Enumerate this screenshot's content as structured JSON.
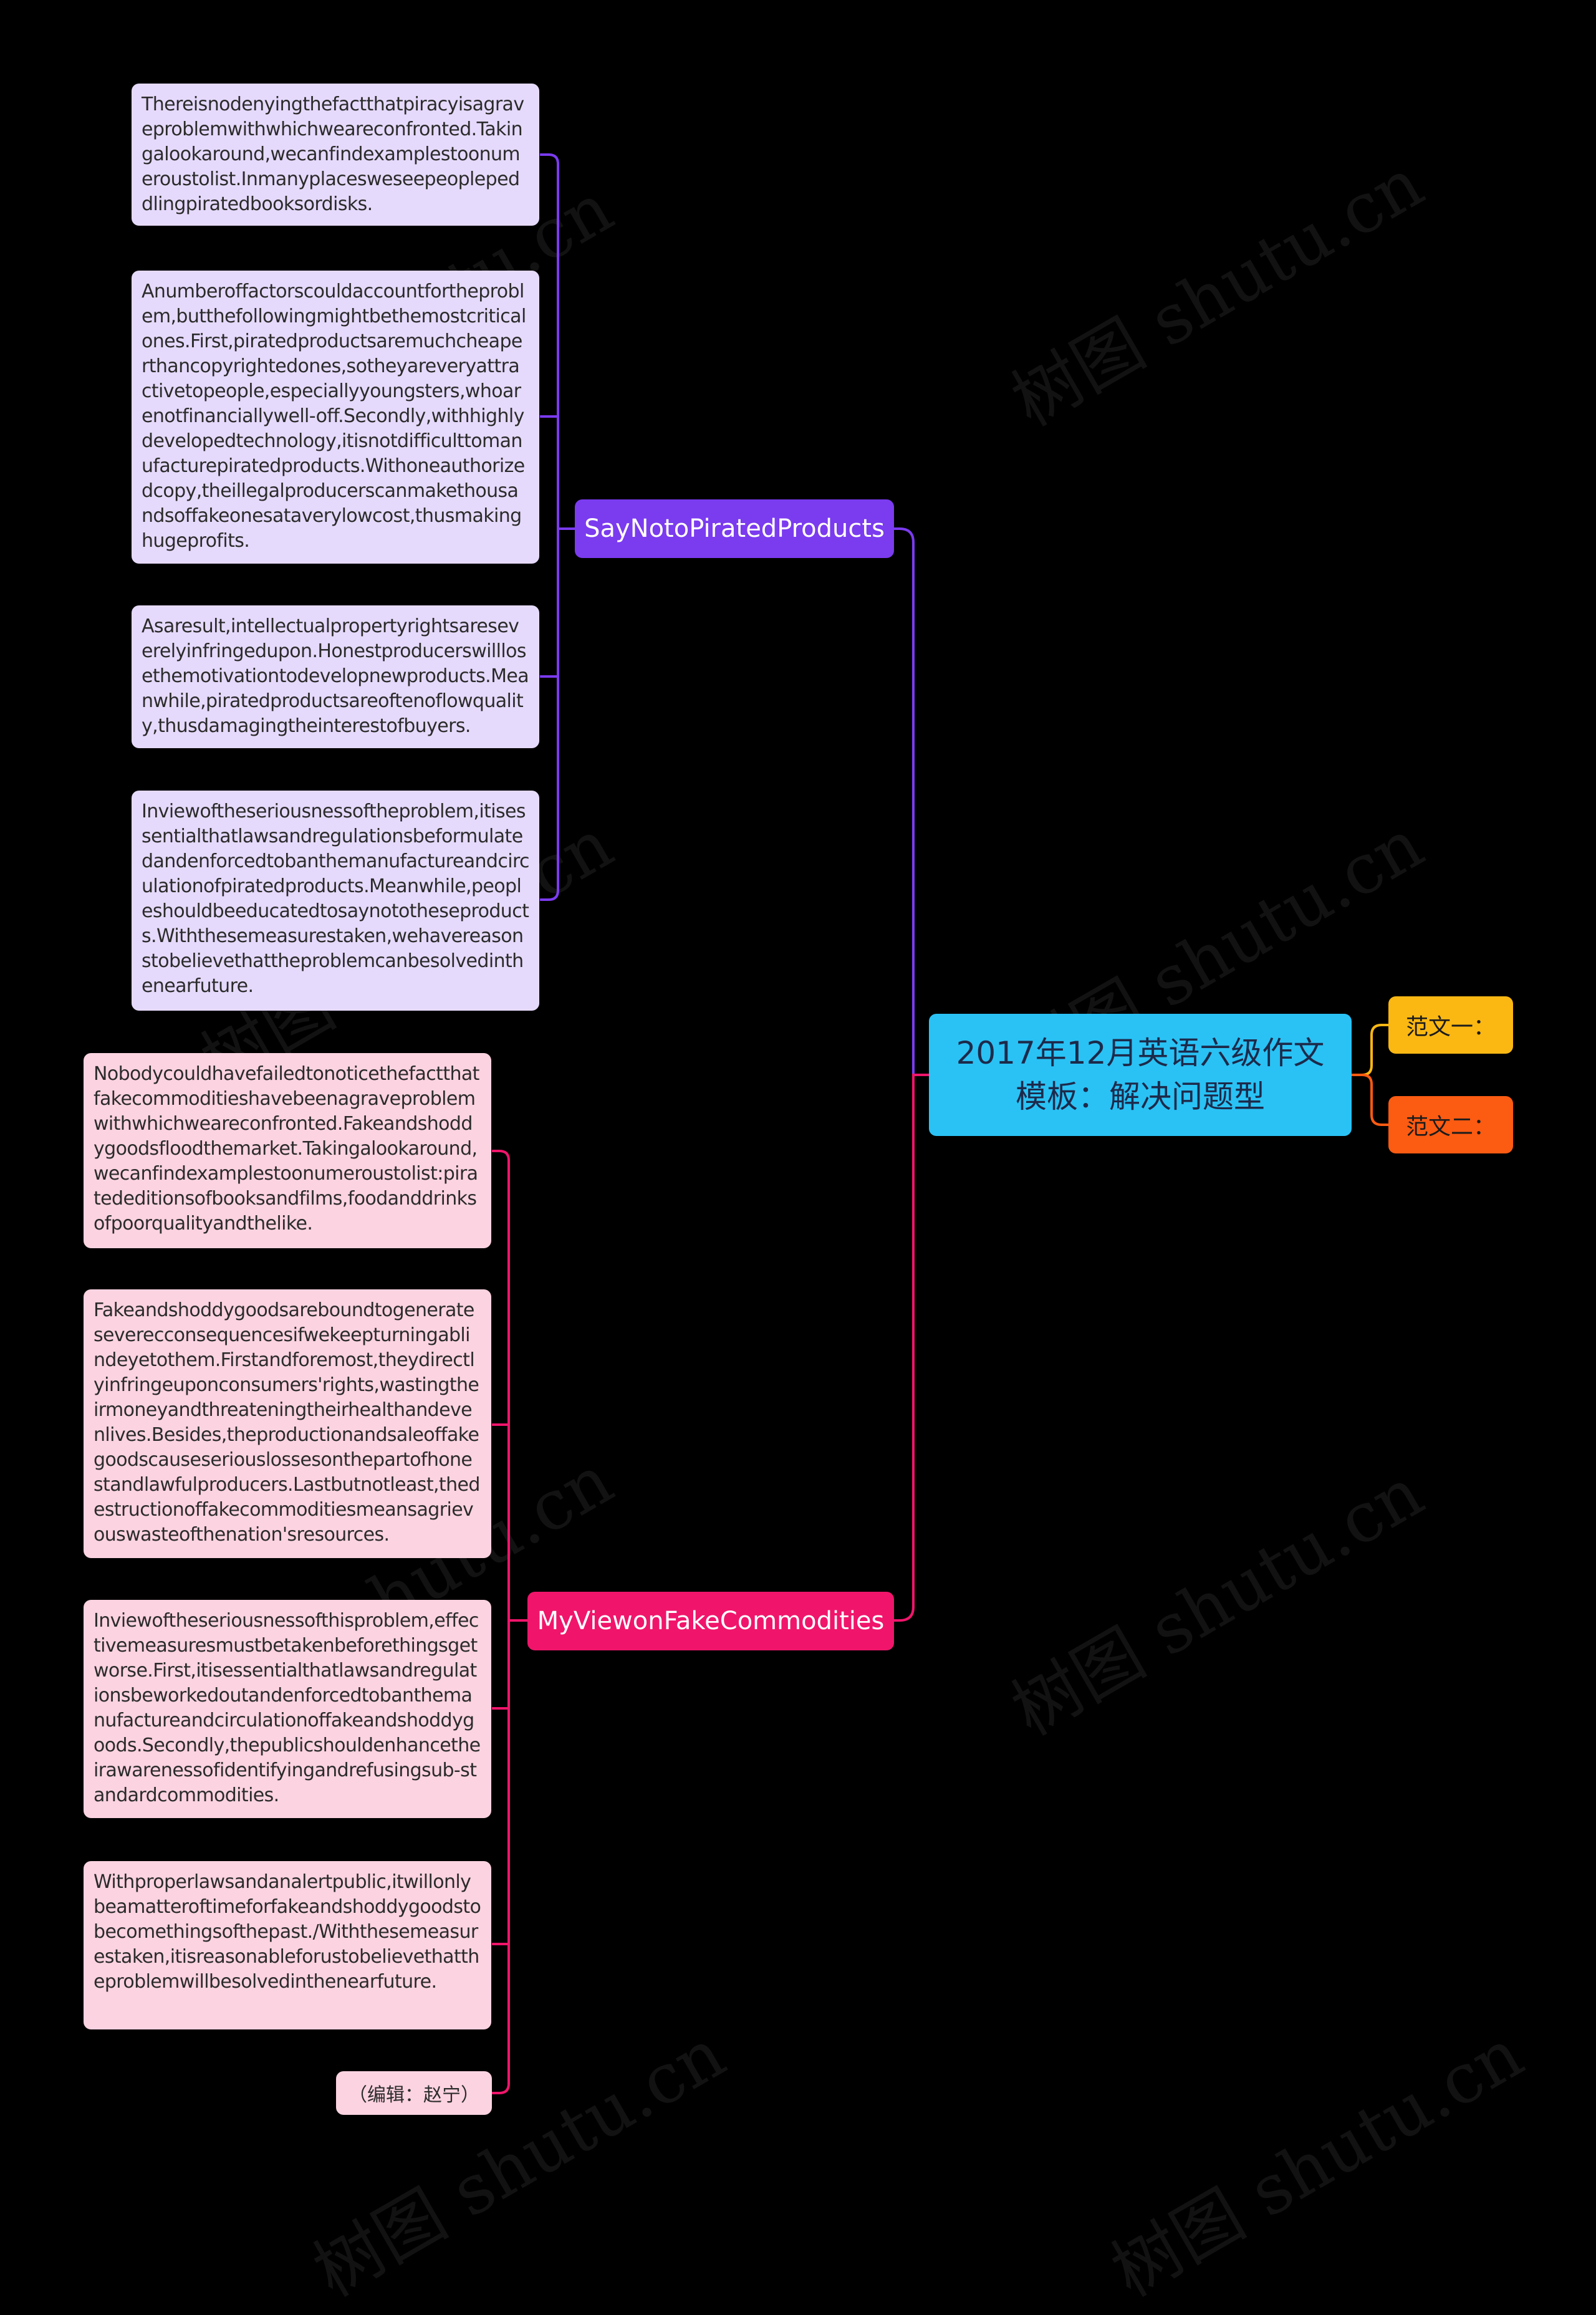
{
  "root": {
    "title": "2017年12月英语六级作文模板：解决问题型",
    "color": "#2ac2f5"
  },
  "tags": [
    {
      "label": "范文一：",
      "color": "#fbb813"
    },
    {
      "label": "范文二：",
      "color": "#fc5b12"
    }
  ],
  "branches": [
    {
      "label": "SayNotoPiratedProducts",
      "color": "#7b3bef",
      "leaf_color": "#e6dafc",
      "leaves": [
        "Thereisnodenyingthefactthatpiracyisagraveproblemwithwhichweareconfronted.Takingalookaround,wecanfindexamplestoonumeroustolist.Inmanyplacesweseepeoplepeddlingpiratedbooksordisks.",
        "Anumberoffactorscouldaccountfortheproblem,butthefollowingmightbethemostcriticalones.First,piratedproductsaremuchcheaperthancopyrightedones,sotheyareveryattractivetopeople,especiallyyoungsters,whoarenotfinanciallywell-off.Secondly,withhighlydevelopedtechnology,itisnotdifficulttomanufacturepiratedproducts.Withoneauthorizedcopy,theillegalproducerscanmakethousandsoffakeonesataverylowcost,thusmakinghugeprofits.",
        "Asaresult,intellectualpropertyrightsareseverelyinfringedupon.Honestproducerswilllosethemotivationtodevelopnewproducts.Meanwhile,piratedproductsareoftenoflowquality,thusdamagingtheinterestofbuyers.",
        "Inviewoftheseriousnessoftheproblem,itisessentialthatlawsandregulationsbeformulatedandenforcedtobanthemanufactureandcirculationofpiratedproducts.Meanwhile,peopleshouldbeeducatedtosaynototheseproducts.Withthesemeasurestaken,wehavereasonstobelievethattheproblemcanbesolvedinthenearfuture."
      ]
    },
    {
      "label": "MyViewonFakeCommodities",
      "color": "#f0156b",
      "leaf_color": "#fcd3e1",
      "leaves": [
        "Nobodycouldhavefailedtonoticethefactthatfakecommoditieshavebeenagraveproblemwithwhichweareconfronted.Fakeandshoddygoodsfloodthemarket.Takingalookaround,wecanfindexamplestoonumeroustolist:piratededitionsofbooksandfilms,foodanddrinksofpoorqualityandthelike.",
        "Fakeandshoddygoodsareboundtogenerateseverecconsequencesifwekeepturningablindeyetothem.Firstandforemost,theydirectlyinfringeuponconsumers'rights,wastingtheirmoneyandthreateningtheirhealthandevenlives.Besides,theproductionandsaleoffakegoodscauseseriouslossesonthepartofhonestandlawfulproducers.Lastbutnotleast,thedestructionoffakecommoditiesmeansagrievouswasteofthenation'sresources.",
        "Inviewoftheseriousnessofthisproblem,effectivemeasuresmustbetakenbeforethingsgetworse.First,itisessentialthatlawsandregulationsbeworkedoutandenforcedtobanthemanufactureandcirculationoffakeandshoddygoods.Secondly,thepublicshouldenhancetheirawarenessofidentifyingandrefusingsub-standardcommodities.",
        "Withproperlawsandanalertpublic,itwillonlybeamatteroftimeforfakeandshoddygoodstobecomethingsofthepast./Withthesemeasurestaken,itisreasonableforustobelievethattheproblemwillbesolvedinthenearfuture."
      ],
      "editor": "（编辑：赵宁）"
    }
  ],
  "watermark": "树图 shutu.cn"
}
